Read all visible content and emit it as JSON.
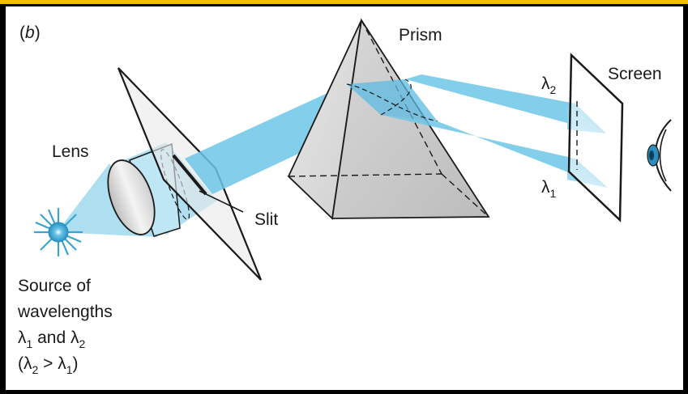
{
  "panel_label": {
    "open": "(",
    "letter": "b",
    "close": ")"
  },
  "labels": {
    "prism": "Prism",
    "screen": "Screen",
    "lens": "Lens",
    "slit": "Slit"
  },
  "wavelengths": {
    "symbol": "λ",
    "upper_sub": "2",
    "lower_sub": "1"
  },
  "source_caption": {
    "line1": "Source of",
    "line2": "wavelengths",
    "line3_sym1": "λ",
    "line3_sub1": "1",
    "line3_mid": " and ",
    "line3_sym2": "λ",
    "line3_sub2": "2",
    "line4_open": "(",
    "line4_sym1": "λ",
    "line4_sub1": "2",
    "line4_gt": " > ",
    "line4_sym2": "λ",
    "line4_sub2": "1",
    "line4_close": ")"
  },
  "colors": {
    "beam": "#6cc6e8",
    "beam_dark": "#3aa3d0",
    "frame_accent": "#f2c200",
    "outline": "#1a1a1a"
  }
}
